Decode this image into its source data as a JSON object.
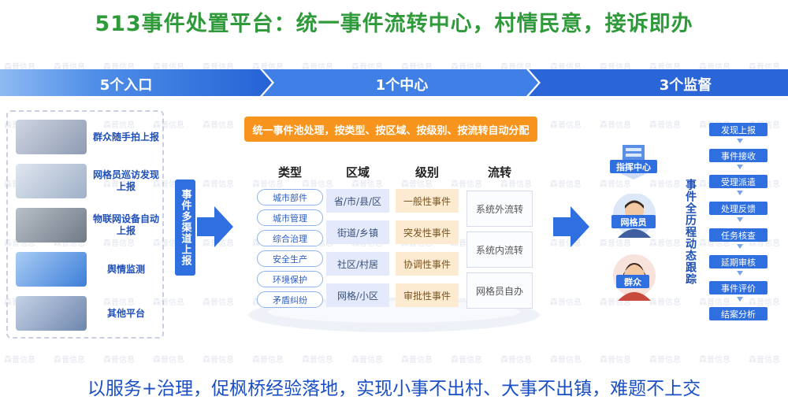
{
  "title": "513事件处置平台：统一事件流转中心，村情民意，接诉即办",
  "band": {
    "left": "5个入口",
    "mid": "1个中心",
    "right": "3个监督"
  },
  "inputs": [
    {
      "label": "群众随手拍上报"
    },
    {
      "label": "网格员巡访发现上报"
    },
    {
      "label": "物联网设备自动上报"
    },
    {
      "label": "舆情监测"
    },
    {
      "label": "其他平台"
    }
  ],
  "channel_label": "事件多渠道上报",
  "center": {
    "banner": "统一事件池处理，按类型、按区域、按级别、按流转自动分配",
    "headers": {
      "type": "类型",
      "region": "区域",
      "level": "级别",
      "flow": "流转"
    },
    "types": [
      "城市部件",
      "城市管理",
      "综合治理",
      "安全生产",
      "环境保护",
      "矛盾纠纷"
    ],
    "regions": [
      "省/市/县/区",
      "街道/乡镇",
      "社区/村居",
      "网格/小区"
    ],
    "levels": [
      "一般性事件",
      "突发性事件",
      "协调性事件",
      "审批性事件"
    ],
    "flows": [
      "系统外流转",
      "系统内流转",
      "网格员自办"
    ]
  },
  "supervisors": {
    "command": "指挥中心",
    "grid": "网格员",
    "public": "群众"
  },
  "tracking_label": "事件全历程动态跟踪",
  "tracking_steps": [
    "发现上报",
    "事件接收",
    "受理派遣",
    "处理反馈",
    "任务核查",
    "延期审核",
    "事件评价",
    "结案分析"
  ],
  "watermark": "森普信息",
  "bottom_text": "以服务+治理，促枫桥经验落地，实现小事不出村、大事不出镇，难题不上交",
  "colors": {
    "title_green": "#2e9a3a",
    "primary_blue": "#2f6fe0",
    "orange": "#f7941d",
    "bottom_blue": "#1a4fc4"
  }
}
